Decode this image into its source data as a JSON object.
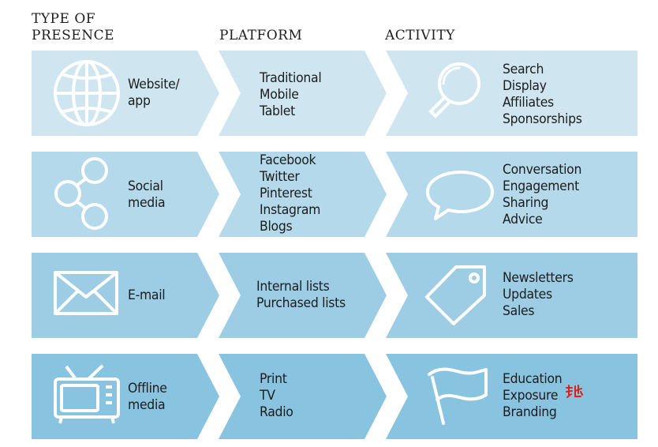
{
  "headers": {
    "presence_line1": "TYPE OF",
    "presence_line2": "PRESENCE",
    "platform": "PLATFORM",
    "activity": "ACTIVITY"
  },
  "colors": {
    "row1": "#cfe6f1",
    "row2": "#b3d9ea",
    "row3": "#9ccde4",
    "row4": "#88c3df",
    "icon_stroke": "#ffffff",
    "stamp": "#d9221c"
  },
  "rows": [
    {
      "presence_icon": "globe-icon",
      "presence_lines": [
        "Website/",
        "app"
      ],
      "platform_lines": [
        "Traditional",
        "Mobile",
        "Tablet"
      ],
      "activity_icon": "magnifier-icon",
      "activity_lines": [
        "Search",
        "Display",
        "Affiliates",
        "Sponsorships"
      ]
    },
    {
      "presence_icon": "share-icon",
      "presence_lines": [
        "Social",
        "media"
      ],
      "platform_lines": [
        "Facebook",
        "Twitter",
        "Pinterest",
        "Instagram",
        "Blogs"
      ],
      "activity_icon": "speech-bubble-icon",
      "activity_lines": [
        "Conversation",
        "Engagement",
        "Sharing",
        "Advice"
      ]
    },
    {
      "presence_icon": "envelope-icon",
      "presence_lines": [
        "E-mail"
      ],
      "platform_lines": [
        "Internal lists",
        "Purchased lists"
      ],
      "activity_icon": "price-tag-icon",
      "activity_lines": [
        "Newsletters",
        "Updates",
        "Sales"
      ]
    },
    {
      "presence_icon": "tv-icon",
      "presence_lines": [
        "Offline",
        "media"
      ],
      "platform_lines": [
        "Print",
        "TV",
        "Radio"
      ],
      "activity_icon": "flag-icon",
      "activity_lines": [
        "Education",
        "Exposure",
        "Branding"
      ]
    }
  ]
}
